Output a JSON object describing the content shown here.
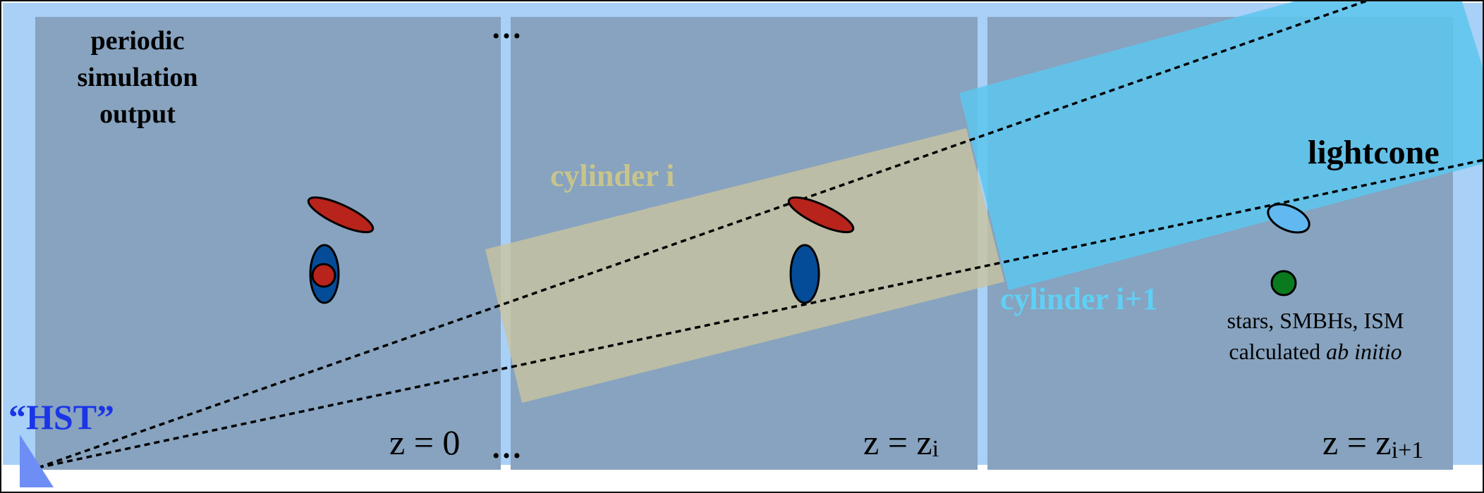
{
  "labels": {
    "periodic": [
      "periodic",
      "simulation",
      "output"
    ],
    "dots_top": "…",
    "dots_bottom": "…",
    "cylinder_i": "cylinder i",
    "cylinder_i1": "cylinder i+1",
    "lightcone": "lightcone",
    "hst": "“HST”",
    "z0": "z = 0",
    "zi_main": "z = z",
    "zi_sub": "i",
    "zi1_main": "z = z",
    "zi1_sub": "i+1",
    "stars_line1": "stars, SMBHs, ISM",
    "stars_line2_prefix": "calculated ",
    "stars_line2_italic": "ab initio"
  },
  "colors": {
    "sky": "#a9d0f7",
    "panel": "#87a3bf",
    "cylinder_i_fill": "#c8c3a0",
    "cylinder_i_label": "#c8c48c",
    "cylinder_i1_fill": "#5fc5ee",
    "cylinder_i1_label": "#5fd0f5",
    "red_galaxy": "#b8231b",
    "blue_galaxy": "#054c98",
    "light_blue_galaxy": "#62b8f0",
    "green_galaxy": "#0a7a1e",
    "hst_label": "#1a35e6",
    "telescope": "#6e8df5"
  }
}
